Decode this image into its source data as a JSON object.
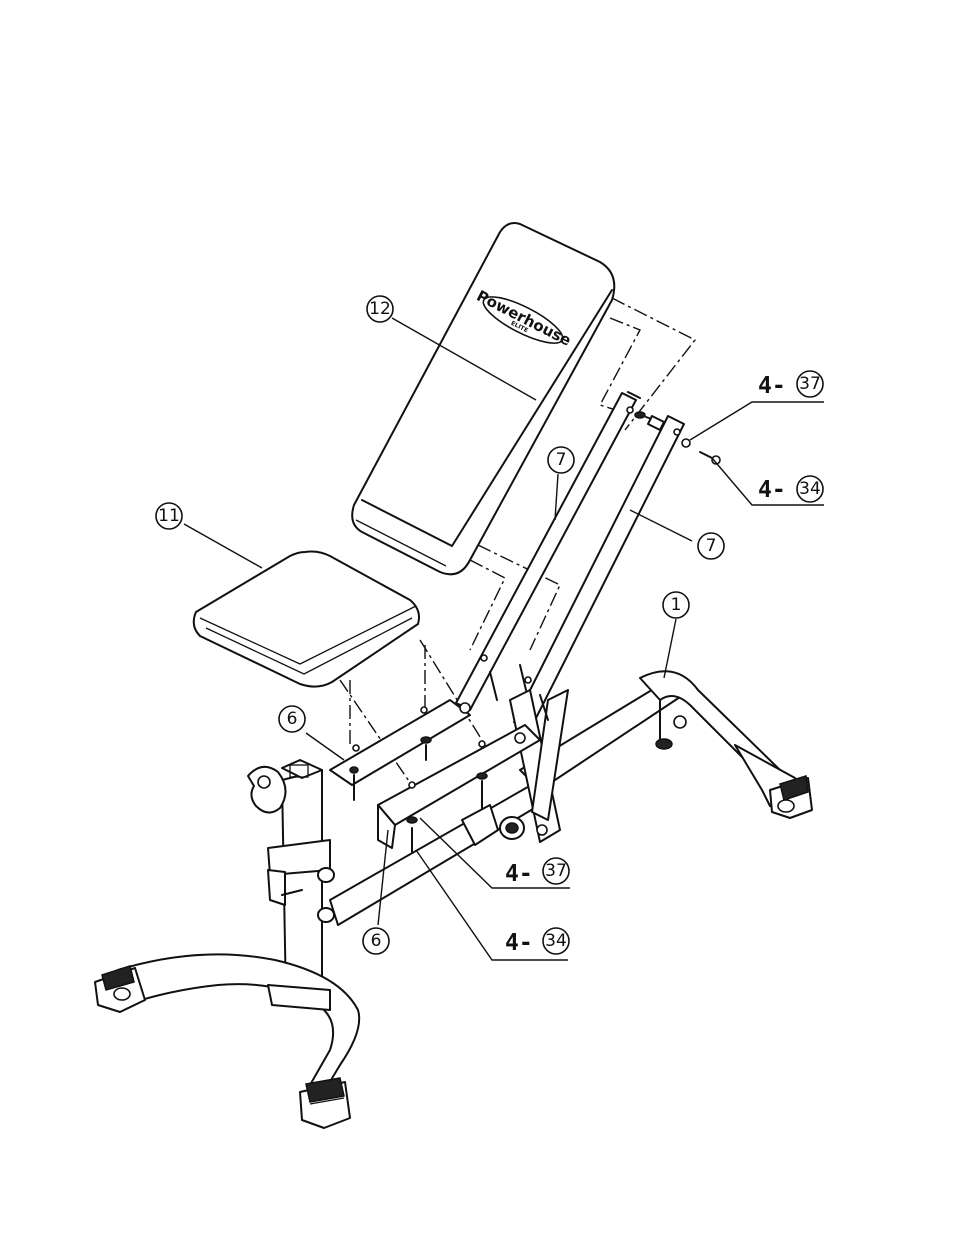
{
  "brand": {
    "logo_text": "Powerhouse",
    "logo_subtext": "ELITE"
  },
  "callouts": {
    "part_12": "12",
    "part_11": "11",
    "part_7_upper": "7",
    "part_7_right": "7",
    "part_1": "1",
    "part_6_upper": "6",
    "part_6_lower": "6",
    "qty_top_37": {
      "prefix": "4-",
      "number": "37"
    },
    "qty_top_34": {
      "prefix": "4-",
      "number": "34"
    },
    "qty_bottom_37": {
      "prefix": "4-",
      "number": "37"
    },
    "qty_bottom_34": {
      "prefix": "4-",
      "number": "34"
    }
  }
}
